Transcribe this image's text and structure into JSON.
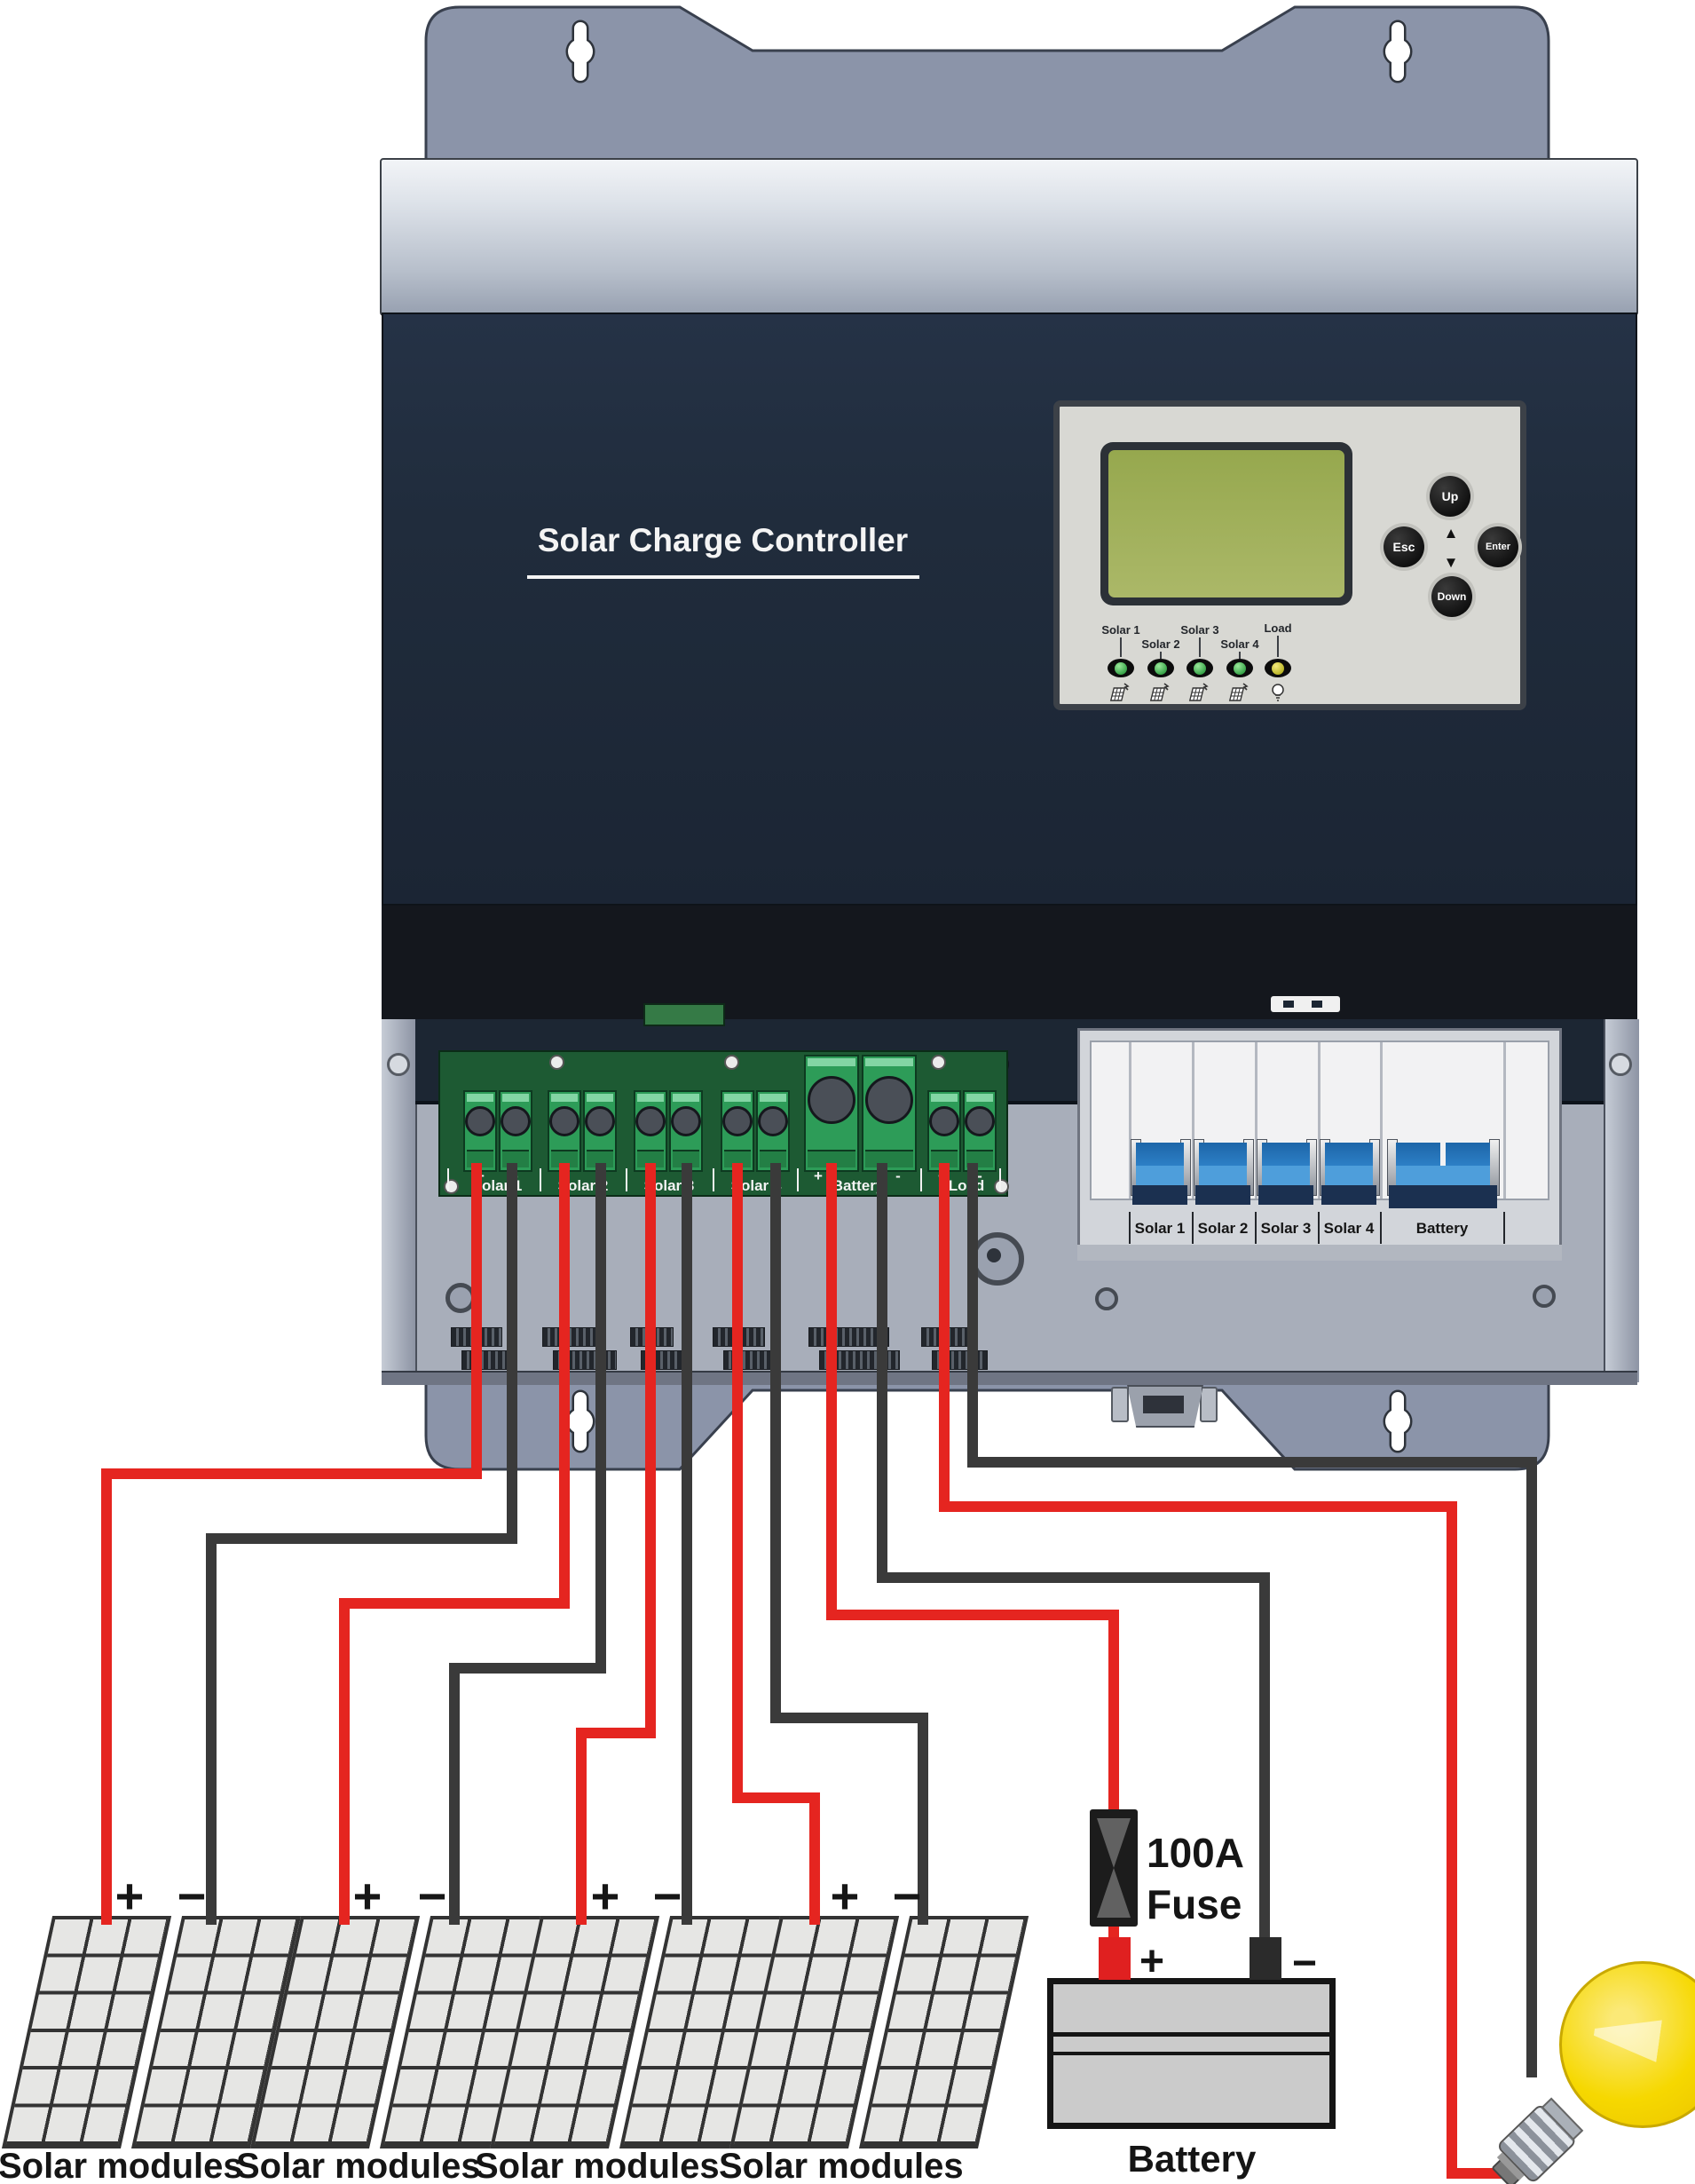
{
  "device": {
    "title": "Solar Charge Controller",
    "display": {
      "buttons": {
        "up": "Up",
        "esc": "Esc",
        "enter": "Enter",
        "down": "Down"
      },
      "arrow_up": "▲",
      "arrow_down": "▼",
      "leds": [
        {
          "label": "Solar 1"
        },
        {
          "label": "Solar 2"
        },
        {
          "label": "Solar 3"
        },
        {
          "label": "Solar 4"
        },
        {
          "label": "Load"
        }
      ]
    },
    "terminals": [
      {
        "label": "Solar 1",
        "plus": "+",
        "minus": "-"
      },
      {
        "label": "Solar 2",
        "plus": "+",
        "minus": "-"
      },
      {
        "label": "Solar 3",
        "plus": "+",
        "minus": "-"
      },
      {
        "label": "Solar 4",
        "plus": "+",
        "minus": "-"
      },
      {
        "label": "Battery",
        "plus": "+",
        "minus": "-"
      },
      {
        "label": "Load",
        "plus": "+",
        "minus": "-"
      }
    ],
    "breakers": [
      {
        "label": "Solar 1"
      },
      {
        "label": "Solar 2"
      },
      {
        "label": "Solar 3"
      },
      {
        "label": "Solar 4"
      },
      {
        "label": "Battery"
      }
    ]
  },
  "wiring": {
    "solar_groups": [
      {
        "plus": "+",
        "minus": "−",
        "label": "Solar modules"
      },
      {
        "plus": "+",
        "minus": "−",
        "label": "Solar modules"
      },
      {
        "plus": "+",
        "minus": "−",
        "label": "Solar modules"
      },
      {
        "plus": "+",
        "minus": "−",
        "label": "Solar modules"
      }
    ],
    "battery": {
      "plus": "+",
      "minus": "−",
      "label": "Battery"
    },
    "fuse": {
      "rating": "100A",
      "word": "Fuse"
    }
  },
  "colors": {
    "positive_wire": "#e52520",
    "negative_wire": "#3a3a3a",
    "controller_face": "#202c3c",
    "lcd_green": "#a0b05a",
    "terminal_green": "#2d9c58",
    "breaker_blue": "#4e9edb",
    "bulb_yellow": "#f6d800",
    "bracket_grey": "#8b94a9"
  }
}
